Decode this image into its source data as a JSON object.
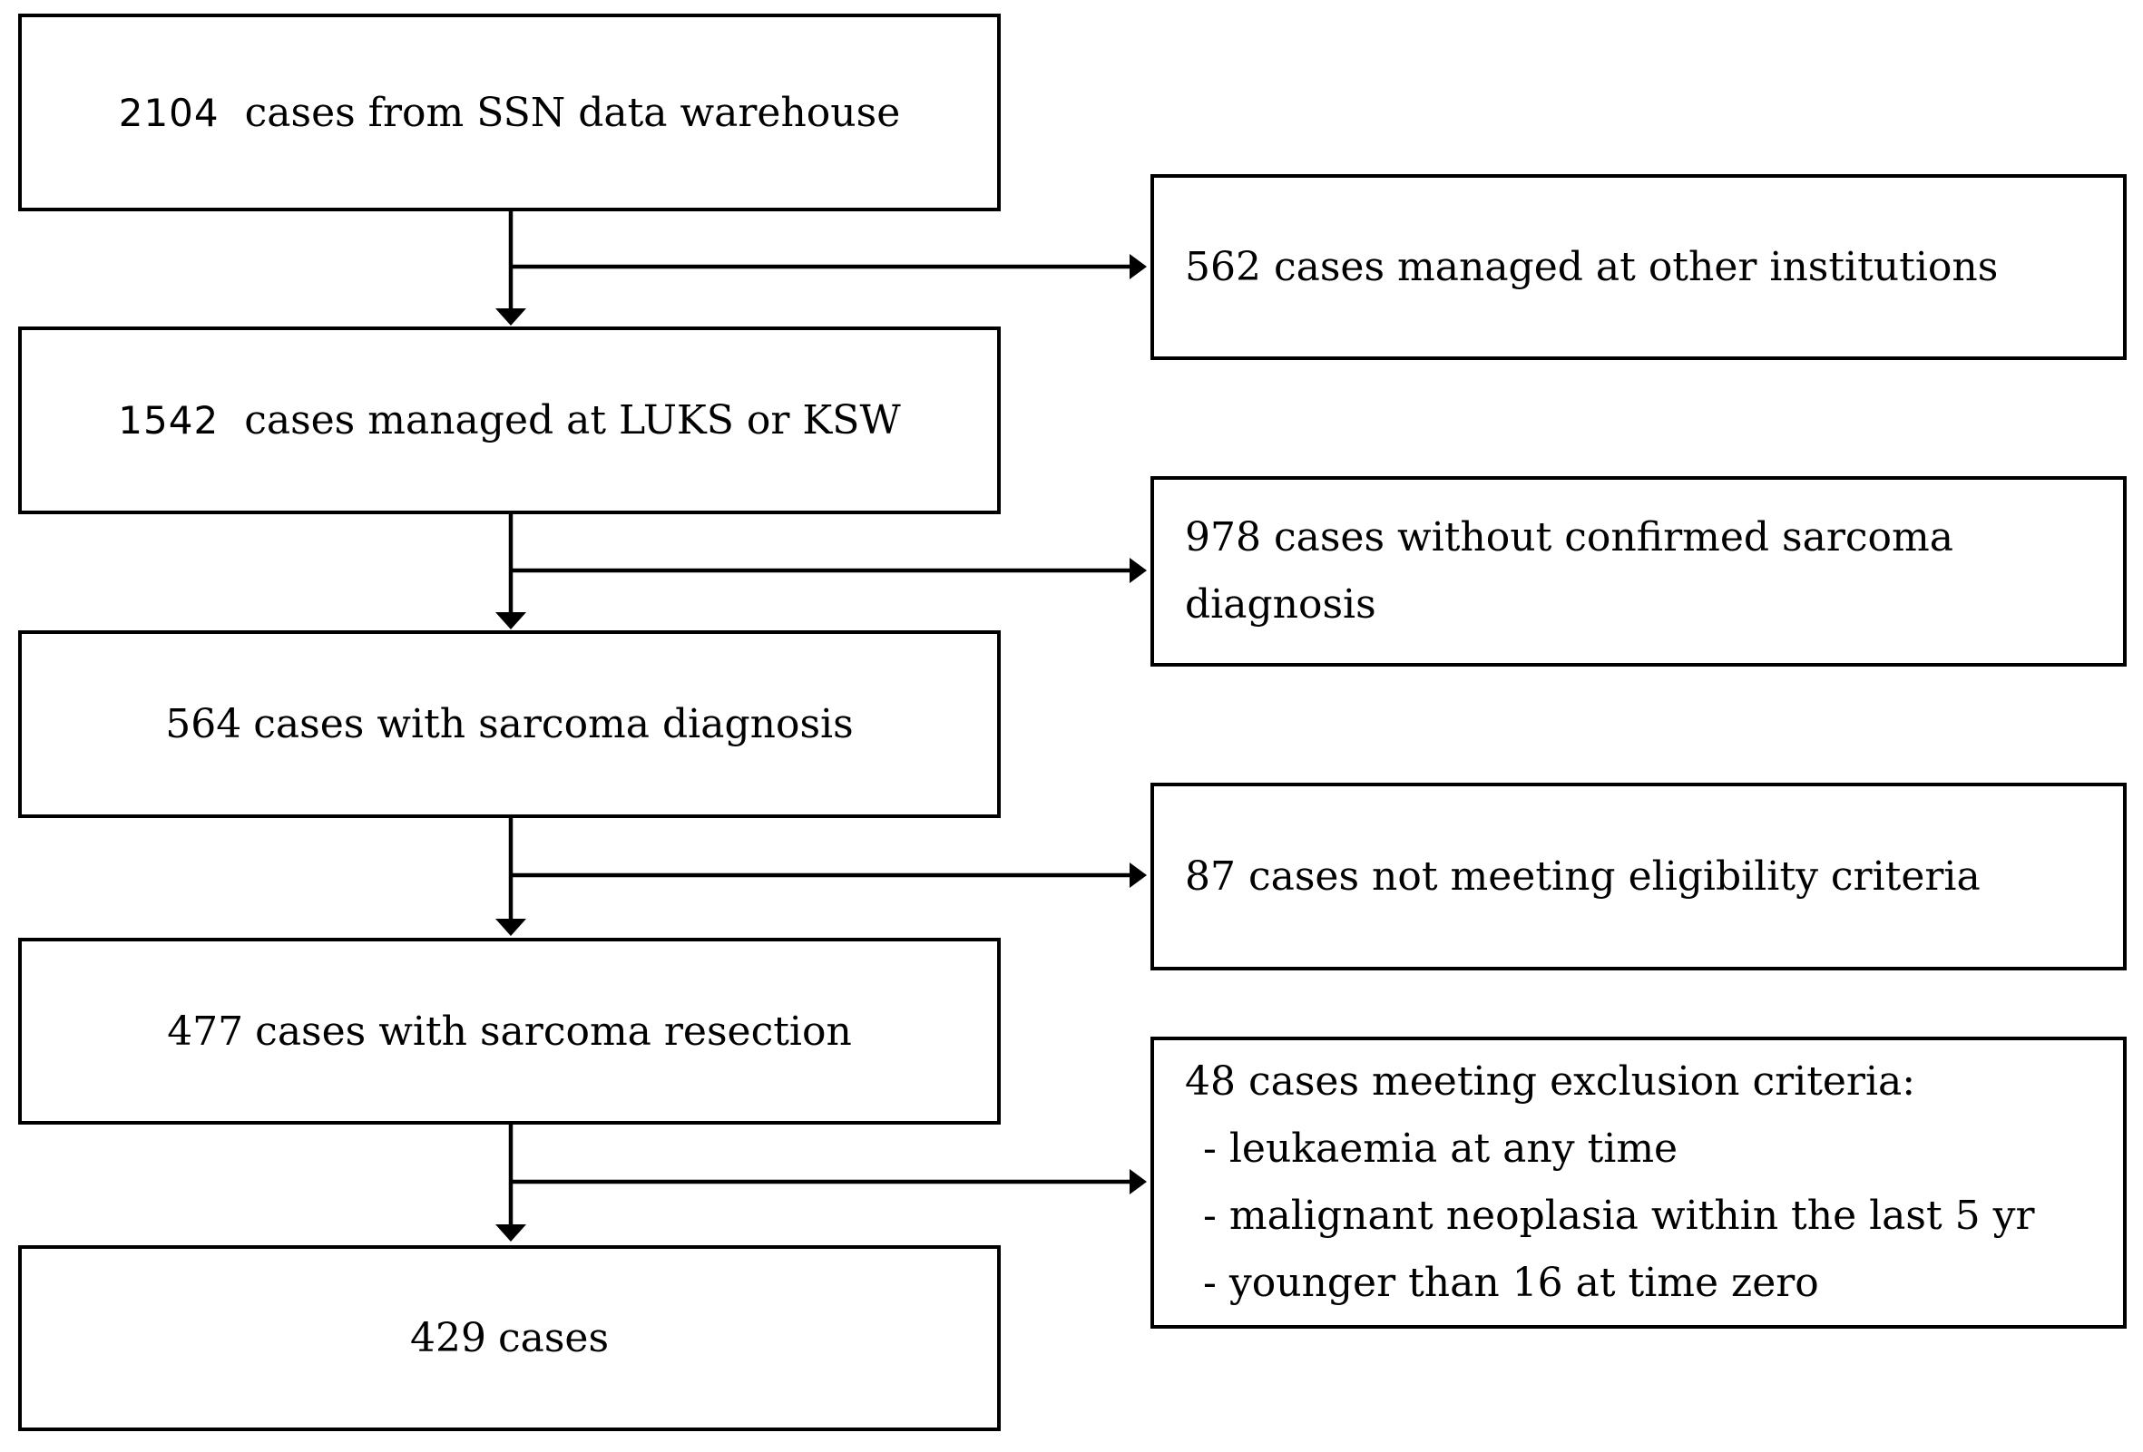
{
  "figure": {
    "type": "flowchart",
    "background_color": "#ffffff",
    "box_border_color": "#000000",
    "arrow_color": "#000000",
    "text_color": "#000000",
    "main_flow": [
      {
        "value": "2104",
        "label": "cases from SSN data warehouse"
      },
      {
        "value": "1542",
        "label": "cases managed at LUKS or KSW"
      },
      {
        "value": "564",
        "label": "cases with sarcoma diagnosis"
      },
      {
        "value": "477",
        "label": "cases with sarcoma resection"
      },
      {
        "value": "429",
        "label": "cases"
      }
    ],
    "exclusions": [
      {
        "lines": [
          "562 cases managed at other institutions"
        ]
      },
      {
        "lines": [
          "978 cases without confirmed sarcoma",
          "diagnosis"
        ]
      },
      {
        "lines": [
          "87 cases not meeting eligibility criteria"
        ]
      },
      {
        "lines": [
          "48 cases meeting exclusion criteria:",
          "- leukaemia at any time",
          "- malignant neoplasia within the last 5 yr",
          "- younger than 16 at time zero"
        ]
      }
    ]
  }
}
